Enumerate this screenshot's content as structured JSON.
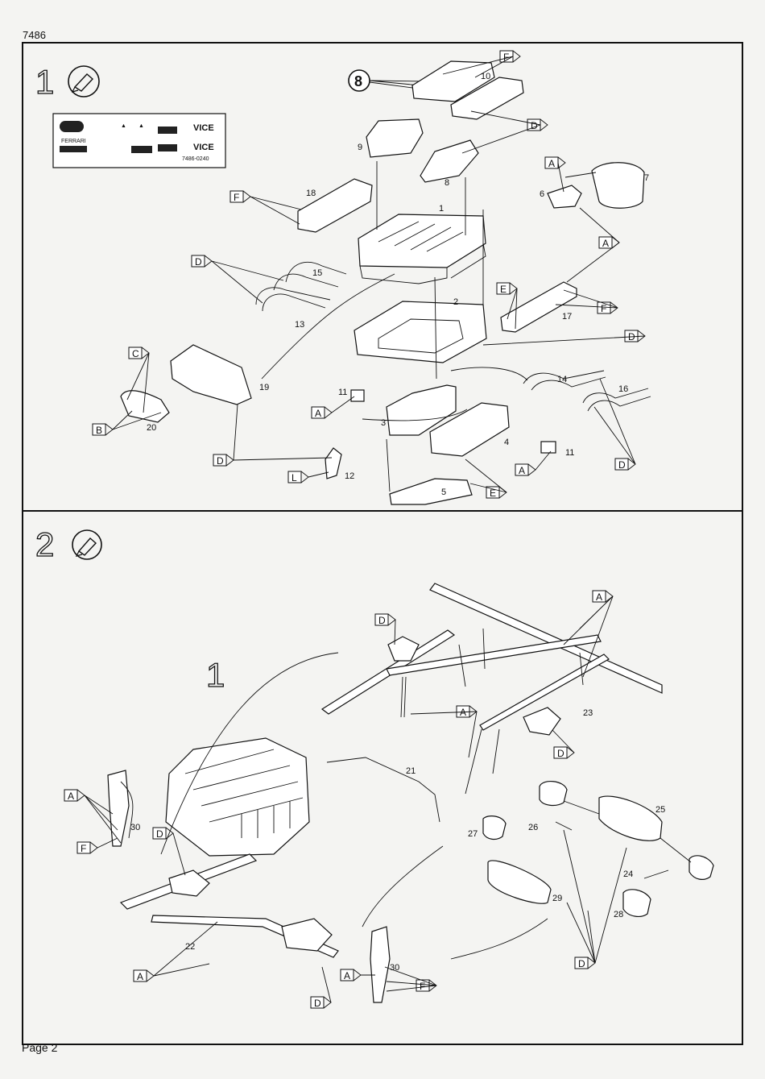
{
  "document": {
    "code": "7486",
    "page_label": "Page 2"
  },
  "step1": {
    "number": "1",
    "decal_sheet": {
      "left_logo": "FERRARI",
      "vice_1": "VICE",
      "vice_2": "VICE",
      "sheet_code": "7486-0240",
      "left_code": "7486-0240"
    },
    "callout_8": "8",
    "tags": [
      "F",
      "D",
      "A",
      "F",
      "A",
      "D",
      "E",
      "F",
      "D",
      "C",
      "B",
      "A",
      "D",
      "L",
      "A",
      "D",
      "E"
    ],
    "parts": [
      "1",
      "2",
      "3",
      "4",
      "5",
      "6",
      "7",
      "8",
      "9",
      "10",
      "11",
      "11",
      "12",
      "13",
      "14",
      "15",
      "16",
      "17",
      "18",
      "19",
      "20"
    ]
  },
  "step2": {
    "number": "2",
    "big_callout": "1",
    "tags": [
      "A",
      "D",
      "A",
      "D",
      "A",
      "F",
      "D",
      "A",
      "D",
      "A",
      "F",
      "D"
    ],
    "parts": [
      "21",
      "22",
      "23",
      "24",
      "25",
      "26",
      "27",
      "28",
      "29",
      "30",
      "30"
    ]
  },
  "icons": [
    "glue-icon",
    "glue-icon"
  ]
}
